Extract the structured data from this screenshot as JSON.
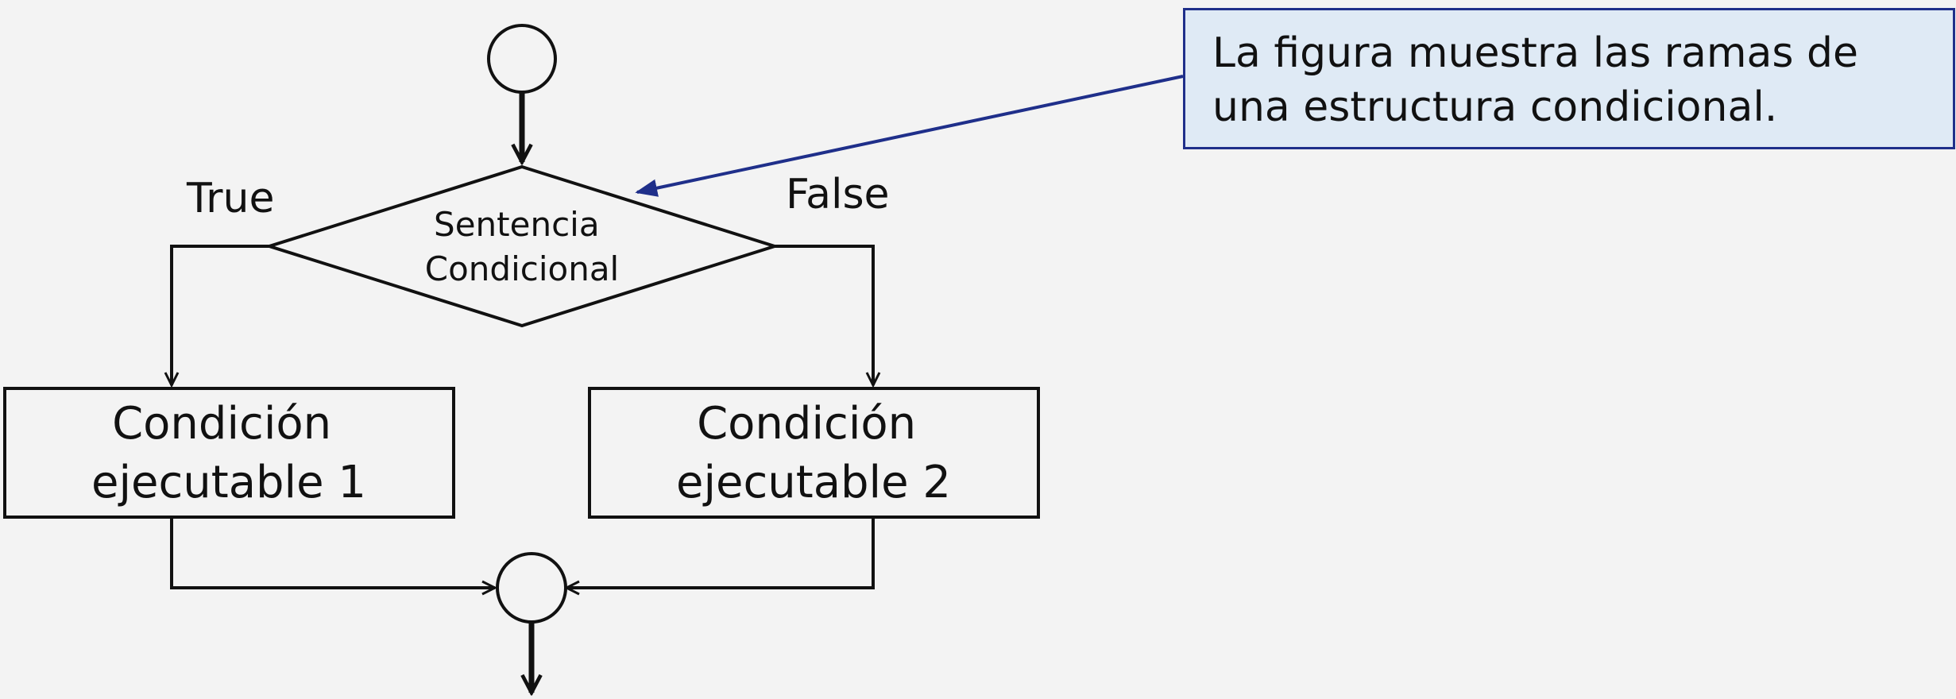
{
  "decision": {
    "lines": [
      "Sentencia",
      "Condicional"
    ]
  },
  "branches": {
    "true_label": "True",
    "false_label": "False"
  },
  "process_1": {
    "lines": [
      "Condición",
      "ejecutable 1"
    ]
  },
  "process_2": {
    "lines": [
      "Condición",
      "ejecutable 2"
    ]
  },
  "callout": {
    "lines": [
      "La figura muestra las ramas de",
      "una estructura condicional."
    ]
  },
  "colors": {
    "background": "#f3f3f3",
    "stroke": "#111111",
    "callout_fill": "#dfeaf5",
    "callout_border": "#1f2f8a"
  }
}
